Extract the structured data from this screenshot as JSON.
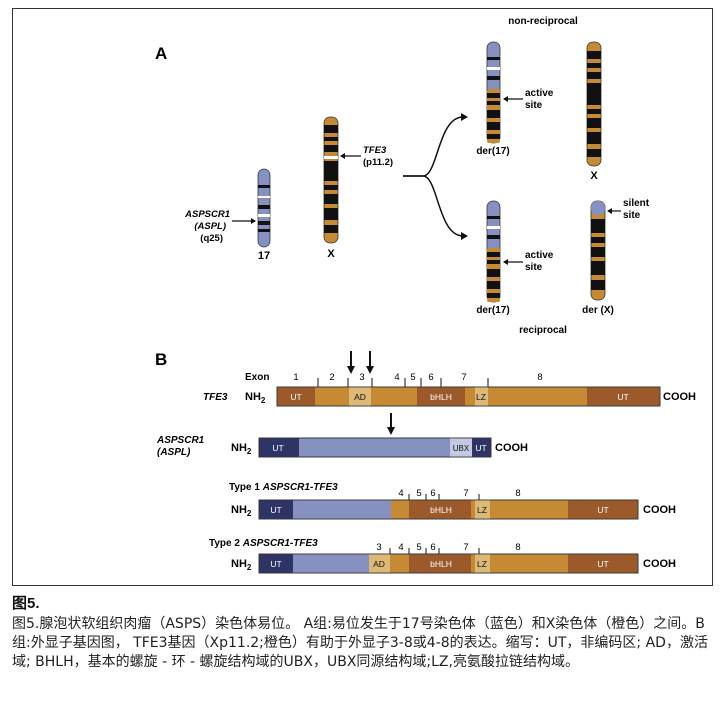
{
  "figure": {
    "panel_a": {
      "label": "A",
      "chr17_gene_label": "ASPSCR1",
      "chr17_gene_alias": "(ASPL)",
      "chr17_band": "(q25)",
      "chr17_name": "17",
      "chrX_gene_label": "TFE3",
      "chrX_band": "(p11.2)",
      "chrX_name": "X",
      "nonreciprocal_label": "non-reciprocal",
      "reciprocal_label": "reciprocal",
      "active_site_line1": "active",
      "active_site_line2": "site",
      "silent_site_line1": "silent",
      "silent_site_line2": "site",
      "der17_label": "der(17)",
      "x_label": "X",
      "derX_label": "der (X)"
    },
    "panel_b": {
      "label": "B",
      "exon_label": "Exon",
      "nh2": "NH",
      "nh2_sub": "2",
      "cooh": "COOH",
      "tfe3_label": "TFE3",
      "aspscr1_label_line1": "ASPSCR1",
      "aspscr1_label_line2": "(ASPL)",
      "type1_label": "Type 1 ASPSCR1-TFE3",
      "type1_prefix": "Type 1 ",
      "type1_gene": "ASPSCR1-TFE3",
      "type2_prefix": "Type 2 ",
      "type2_gene": "ASPSCR1-TFE3",
      "domain_ut": "UT",
      "domain_ad": "AD",
      "domain_bhlh": "bHLH",
      "domain_lz": "LZ",
      "domain_ubx": "UBX",
      "tfe3_exons": [
        "1",
        "2",
        "3",
        "4",
        "5",
        "6",
        "7",
        "8"
      ],
      "type1_exons": [
        "4",
        "5",
        "6",
        "7",
        "8"
      ],
      "type2_exons": [
        "3",
        "4",
        "5",
        "6",
        "7",
        "8"
      ]
    },
    "colors": {
      "orange": "#c68a35",
      "dark_orange": "#9c5a2a",
      "light_orange": "#ddb977",
      "blue": "#8691c2",
      "navy": "#2f3466",
      "black": "#111111"
    }
  },
  "caption": {
    "title": "图5.",
    "body": "图5.腺泡状软组织肉瘤（ASPS）染色体易位。 A组:易位发生于17号染色体（蓝色）和X染色体（橙色）之间。B组:外显子基因图， TFE3基因（Xp11.2;橙色）有助于外显子3-8或4-8的表达。缩写：UT，非编码区; AD，激活域; BHLH，基本的螺旋 - 环 - 螺旋结构域的UBX，UBX同源结构域;LZ,亮氨酸拉链结构域。"
  }
}
